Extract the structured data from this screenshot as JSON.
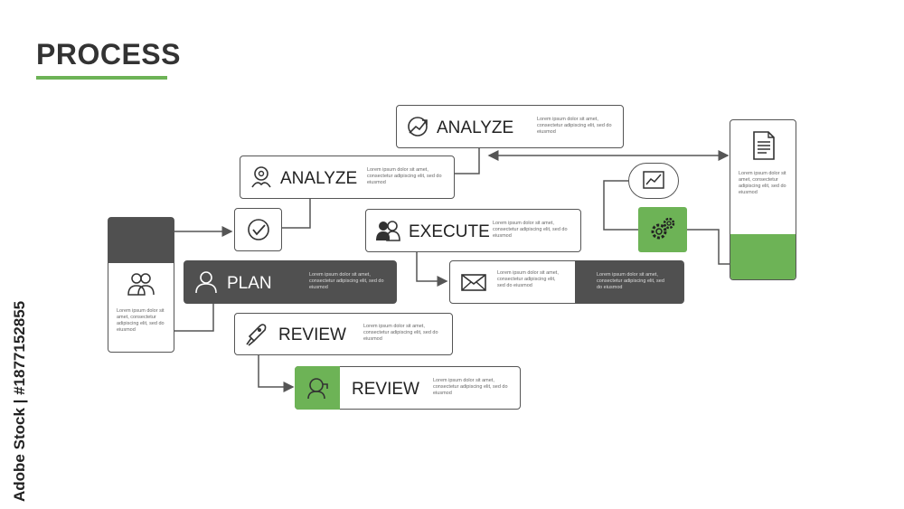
{
  "title": "PROCESS",
  "watermark": "Adobe Stock | #1877152855",
  "colors": {
    "accent": "#6db356",
    "dark": "#505050",
    "line": "#555555"
  },
  "placeholder_text": "Lorem ipsum dolor sit amet, consectetur adipiscing elit, sed do eiusmod",
  "nodes": {
    "analyze_top": {
      "label": "ANALYZE",
      "icon": "growth-chart-icon"
    },
    "analyze_mid": {
      "label": "ANALYZE",
      "icon": "idea-location-icon"
    },
    "execute": {
      "label": "EXECUTE",
      "icon": "team-icon"
    },
    "plan": {
      "label": "PLAN",
      "icon": "person-icon"
    },
    "review_1": {
      "label": "REVIEW",
      "icon": "rocket-icon"
    },
    "review_2": {
      "label": "REVIEW",
      "icon": "support-agent-icon"
    },
    "mail_row": {
      "icon": "envelope-icon"
    },
    "check": {
      "icon": "checkmark-circle-icon"
    },
    "people_card": {
      "icon": "group-icon"
    },
    "doc_card": {
      "icon": "document-icon"
    },
    "chart_bubble": {
      "icon": "line-chart-icon"
    },
    "gears": {
      "icon": "gears-icon"
    }
  }
}
